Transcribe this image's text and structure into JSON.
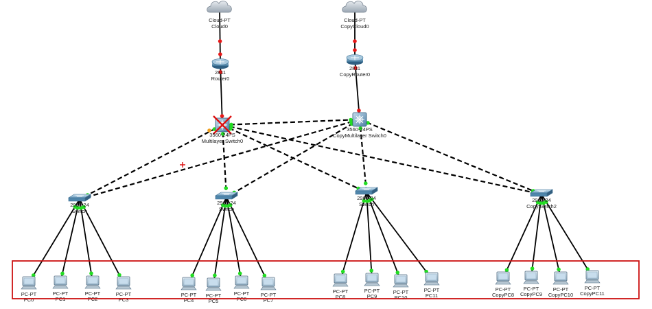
{
  "colors": {
    "link_solid": "#000000",
    "link_dashed": "#000000",
    "port_up": "#22dd22",
    "port_down": "#e81818",
    "port_amber": "#f0a020",
    "selection_box": "#cc1111",
    "disabled_x": "#dd1111"
  },
  "clouds": [
    {
      "id": "cloud0",
      "type": "Cloud-PT",
      "name": "Cloud0"
    },
    {
      "id": "copycloud0",
      "type": "Cloud-PT",
      "name": "CopyCloud0"
    }
  ],
  "routers": [
    {
      "id": "router0",
      "type": "2811",
      "name": "Router0"
    },
    {
      "id": "copyrouter0",
      "type": "2811",
      "name": "CopyRouter0"
    }
  ],
  "multilayer_switches": [
    {
      "id": "mls0",
      "type": "3560-24PS",
      "name": "Multilayer Switch0",
      "disabled": true
    },
    {
      "id": "copymls0",
      "type": "3560-24PS",
      "name": "CopyMultilayer Switch0",
      "disabled": false
    }
  ],
  "switches": [
    {
      "id": "sw_a",
      "type": "2960-24",
      "name": "Switch"
    },
    {
      "id": "sw_b",
      "type": "2960-24",
      "name": "Switch"
    },
    {
      "id": "sw_c",
      "type": "2960-24",
      "name": "Switch"
    },
    {
      "id": "sw_d",
      "type": "2960-24",
      "name": "CopySwitch2"
    }
  ],
  "pcs": [
    {
      "id": "pc0",
      "type": "PC-PT",
      "name": "PC0"
    },
    {
      "id": "pc1",
      "type": "PC-PT",
      "name": "PC1"
    },
    {
      "id": "pc2",
      "type": "PC-PT",
      "name": "PC2"
    },
    {
      "id": "pc3",
      "type": "PC-PT",
      "name": "PC3"
    },
    {
      "id": "pc4",
      "type": "PC-PT",
      "name": "PC4"
    },
    {
      "id": "pc5",
      "type": "PC-PT",
      "name": "PC5"
    },
    {
      "id": "pc6",
      "type": "PC-PT",
      "name": "PC6"
    },
    {
      "id": "pc7",
      "type": "PC-PT",
      "name": "PC7"
    },
    {
      "id": "pc8",
      "type": "PC-PT",
      "name": "PC8"
    },
    {
      "id": "pc9",
      "type": "PC-PT",
      "name": "PC9"
    },
    {
      "id": "pc10",
      "type": "PC-PT",
      "name": "PC10"
    },
    {
      "id": "pc11",
      "type": "PC-PT",
      "name": "PC11"
    },
    {
      "id": "cpc8",
      "type": "PC-PT",
      "name": "CopyPC8"
    },
    {
      "id": "cpc9",
      "type": "PC-PT",
      "name": "CopyPC9"
    },
    {
      "id": "cpc10",
      "type": "PC-PT",
      "name": "CopyPC10"
    },
    {
      "id": "cpc11",
      "type": "PC-PT",
      "name": "CopyPC11"
    }
  ],
  "links": [
    {
      "from": "cloud0",
      "to": "router0",
      "style": "solid",
      "status": "down"
    },
    {
      "from": "router0",
      "to": "mls0",
      "style": "solid",
      "status": "down"
    },
    {
      "from": "copycloud0",
      "to": "copyrouter0",
      "style": "solid",
      "status": "down"
    },
    {
      "from": "copyrouter0",
      "to": "copymls0",
      "style": "solid",
      "status": "down"
    },
    {
      "from": "mls0",
      "to": "copymls0",
      "style": "dashed",
      "status": "up"
    },
    {
      "from": "mls0",
      "to": "sw_a",
      "style": "dashed",
      "status": "up"
    },
    {
      "from": "mls0",
      "to": "sw_b",
      "style": "dashed",
      "status": "up"
    },
    {
      "from": "mls0",
      "to": "sw_c",
      "style": "dashed",
      "status": "up"
    },
    {
      "from": "mls0",
      "to": "sw_d",
      "style": "dashed",
      "status": "up"
    },
    {
      "from": "copymls0",
      "to": "sw_a",
      "style": "dashed",
      "status": "up"
    },
    {
      "from": "copymls0",
      "to": "sw_b",
      "style": "dashed",
      "status": "up"
    },
    {
      "from": "copymls0",
      "to": "sw_c",
      "style": "dashed",
      "status": "up"
    },
    {
      "from": "copymls0",
      "to": "sw_d",
      "style": "dashed",
      "status": "up"
    },
    {
      "from": "sw_a",
      "to": "pc0",
      "style": "solid",
      "status": "up"
    },
    {
      "from": "sw_a",
      "to": "pc1",
      "style": "solid",
      "status": "up"
    },
    {
      "from": "sw_a",
      "to": "pc2",
      "style": "solid",
      "status": "up"
    },
    {
      "from": "sw_a",
      "to": "pc3",
      "style": "solid",
      "status": "up"
    },
    {
      "from": "sw_b",
      "to": "pc4",
      "style": "solid",
      "status": "up"
    },
    {
      "from": "sw_b",
      "to": "pc5",
      "style": "solid",
      "status": "up"
    },
    {
      "from": "sw_b",
      "to": "pc6",
      "style": "solid",
      "status": "up"
    },
    {
      "from": "sw_b",
      "to": "pc7",
      "style": "solid",
      "status": "up"
    },
    {
      "from": "sw_c",
      "to": "pc8",
      "style": "solid",
      "status": "up"
    },
    {
      "from": "sw_c",
      "to": "pc9",
      "style": "solid",
      "status": "up"
    },
    {
      "from": "sw_c",
      "to": "pc10",
      "style": "solid",
      "status": "up"
    },
    {
      "from": "sw_c",
      "to": "pc11",
      "style": "solid",
      "status": "up"
    },
    {
      "from": "sw_d",
      "to": "cpc8",
      "style": "solid",
      "status": "up"
    },
    {
      "from": "sw_d",
      "to": "cpc9",
      "style": "solid",
      "status": "up"
    },
    {
      "from": "sw_d",
      "to": "cpc10",
      "style": "solid",
      "status": "up"
    },
    {
      "from": "sw_d",
      "to": "cpc11",
      "style": "solid",
      "status": "up"
    }
  ]
}
